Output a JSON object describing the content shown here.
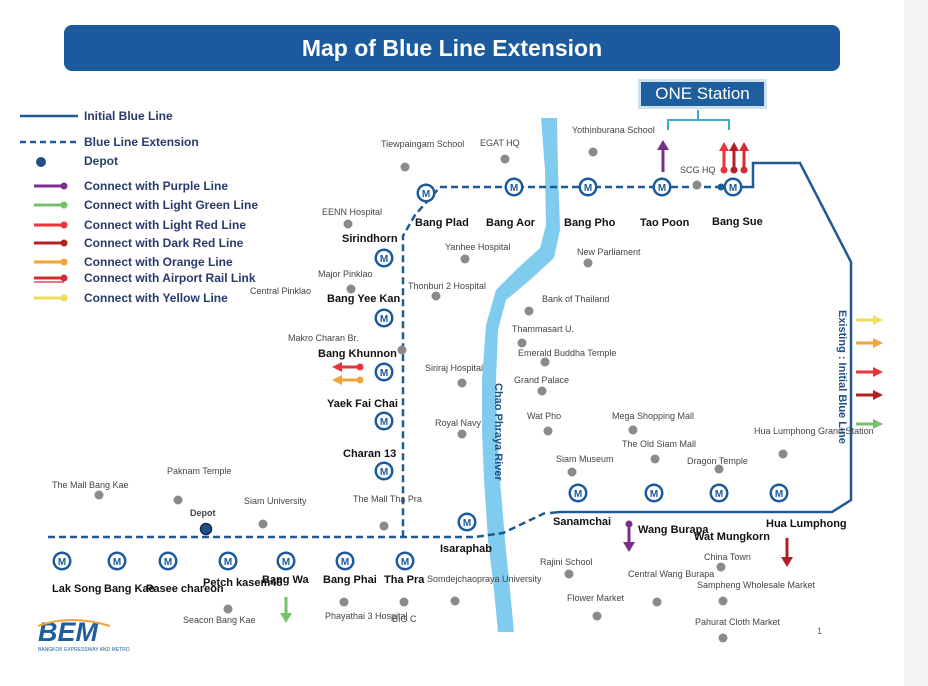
{
  "title": "Map of Blue Line Extension",
  "one_station": "ONE Station",
  "legend": [
    {
      "label": "Initial Blue Line",
      "kind": "solid",
      "color": "#1f5a96"
    },
    {
      "label": "Blue Line Extension",
      "kind": "dashed",
      "color": "#1f5a96"
    },
    {
      "label": "Depot",
      "kind": "depot",
      "color": "#1f4f86"
    },
    {
      "label": "Connect with Purple Line",
      "kind": "connector",
      "color": "#7b2d8e"
    },
    {
      "label": "Connect with Light Green Line",
      "kind": "connector",
      "color": "#74c168"
    },
    {
      "label": "Connect with Light Red Line",
      "kind": "connector",
      "color": "#e8343a"
    },
    {
      "label": "Connect with Dark Red Line",
      "kind": "connector",
      "color": "#b32026"
    },
    {
      "label": "Connect with Orange Line",
      "kind": "connector",
      "color": "#f2a33a"
    },
    {
      "label": "Connect with Airport Rail Link",
      "kind": "connector",
      "color": "#d62a36"
    },
    {
      "label": "Connect with Yellow Line",
      "kind": "connector",
      "color": "#f0dc5a"
    }
  ],
  "stations": [
    {
      "name": "Bang Plad"
    },
    {
      "name": "Bang Aor"
    },
    {
      "name": "Bang Pho"
    },
    {
      "name": "Tao Poon"
    },
    {
      "name": "Bang Sue"
    },
    {
      "name": "Sirindhorn"
    },
    {
      "name": "Bang Yee Kan"
    },
    {
      "name": "Bang Khunnon"
    },
    {
      "name": "Yaek Fai Chai"
    },
    {
      "name": "Charan 13"
    },
    {
      "name": "Isaraphab"
    },
    {
      "name": "Sanamchai"
    },
    {
      "name": "Wang Burapa"
    },
    {
      "name": "Wat Mungkorn"
    },
    {
      "name": "Hua Lumphong"
    },
    {
      "name": "Lak Song"
    },
    {
      "name": "Bang Kae"
    },
    {
      "name": "Pasee chareon"
    },
    {
      "name": "Petch kasem48"
    },
    {
      "name": "Bang Wa"
    },
    {
      "name": "Bang Phai"
    },
    {
      "name": "Tha Pra"
    }
  ],
  "places": [
    "Tiewpaingam School",
    "EGAT HQ",
    "Yothinburana School",
    "SCG HQ",
    "EENN Hospital",
    "Yanhee Hospital",
    "New Parliament",
    "Major Pinklao",
    "Central Pinklao",
    "Thonburi 2 Hospital",
    "Bank of Thailand",
    "Thammasart U.",
    "Makro Charan Br.",
    "Emerald Buddha Temple",
    "Siriraj Hospital",
    "Grand Palace",
    "Wat Pho",
    "Mega Shopping Mall",
    "Royal Navy",
    "The Old Siam Mall",
    "Hua Lumphong Grand Station",
    "Siam Museum",
    "Dragon Temple",
    "The Mall Bang Kae",
    "Paknam Temple",
    "Siam University",
    "The Mall Tha Pra",
    "Depot",
    "China Town",
    "Rajini School",
    "Central Wang Burapa",
    "Sampheng Wholesale Market",
    "Somdejchaopraya University",
    "Flower Market",
    "Phayathai 3 Hospital",
    "BIG C",
    "Seacon Bang Kae",
    "Pahurat Cloth Market"
  ],
  "river_label": "Chao Phraya River",
  "existing_label": "Existing : Initial Blue Line",
  "logo": "BEM",
  "logo_sub": "BANGKOK EXPRESSWAY AND METRO",
  "page_number": "1",
  "station_icon_letter": "M"
}
